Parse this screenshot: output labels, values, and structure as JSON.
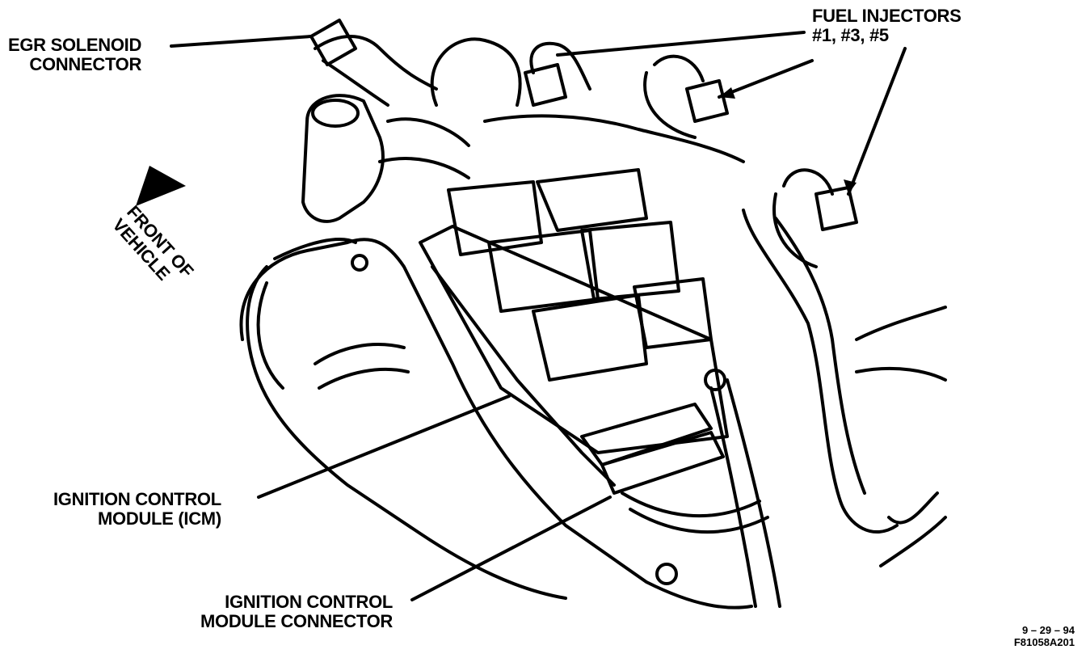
{
  "labels": {
    "egr": [
      "EGR SOLENOID",
      "CONNECTOR"
    ],
    "fuel": [
      "FUEL INJECTORS",
      "#1, #3, #5"
    ],
    "front": [
      "FRONT OF",
      "VEHICLE"
    ],
    "icm": [
      "IGNITION CONTROL",
      "MODULE (ICM)"
    ],
    "icm_connector": [
      "IGNITION CONTROL",
      "MODULE CONNECTOR"
    ]
  },
  "footer": {
    "date": "9 – 29 – 94",
    "code": "F81058A201"
  }
}
